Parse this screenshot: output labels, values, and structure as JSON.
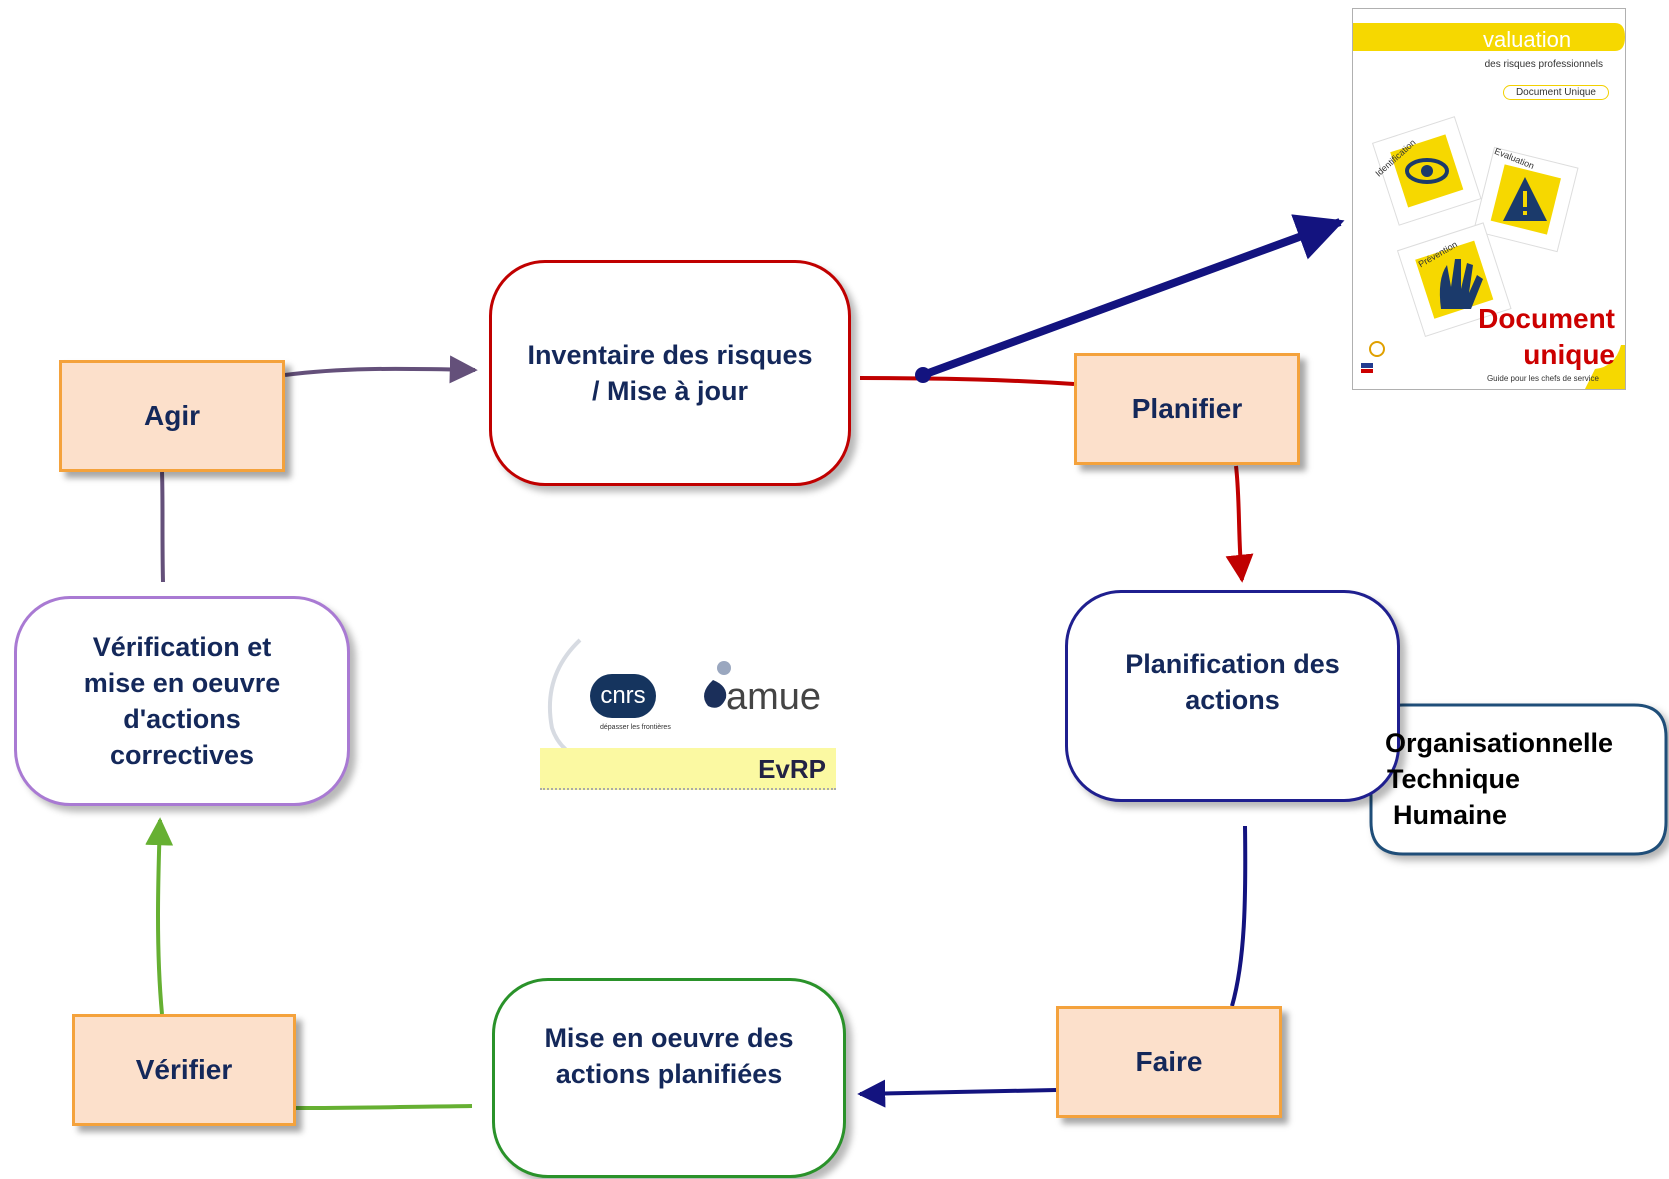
{
  "colors": {
    "red": "#c00000",
    "navy": "#13137f",
    "purple": "#64507a",
    "green": "#66b032",
    "square_fill": "#fce0cb",
    "square_border": "#f4a23c",
    "inventory_border": "#c00000",
    "planification_border": "#1f1f8f",
    "verification_border": "#a97ad3",
    "mise_border": "#2a922a"
  },
  "steps": {
    "inventaire": [
      "Inventaire des risques",
      "/ Mise à jour"
    ],
    "planification": [
      "Planification des",
      "actions"
    ],
    "mise_en_oeuvre": [
      "Mise en oeuvre des",
      "actions planifiées"
    ],
    "verification": [
      "Vérification et",
      "mise en oeuvre",
      "d'actions",
      "correctives"
    ]
  },
  "phases": {
    "agir": "Agir",
    "planifier": "Planifier",
    "faire": "Faire",
    "verifier": "Vérifier"
  },
  "callout": {
    "lines": [
      "Organisationnelle",
      "Technique",
      "Humaine"
    ]
  },
  "guide_cover": {
    "title": "valuation",
    "subtitle": "des risques professionnels",
    "tag": "Document Unique",
    "cards": [
      "Identification",
      "Evaluation",
      "Prévention"
    ],
    "document_unique": [
      "Document",
      "unique"
    ],
    "footer": "Guide pour les chefs de service"
  },
  "logos": {
    "cnrs": "cnrs",
    "cnrs_slogan": "dépasser les frontières",
    "amue": "amue",
    "evrp": "EvRP"
  },
  "icons": [
    "eye-icon",
    "warning-icon",
    "hand-icon",
    "arrow-icon"
  ]
}
